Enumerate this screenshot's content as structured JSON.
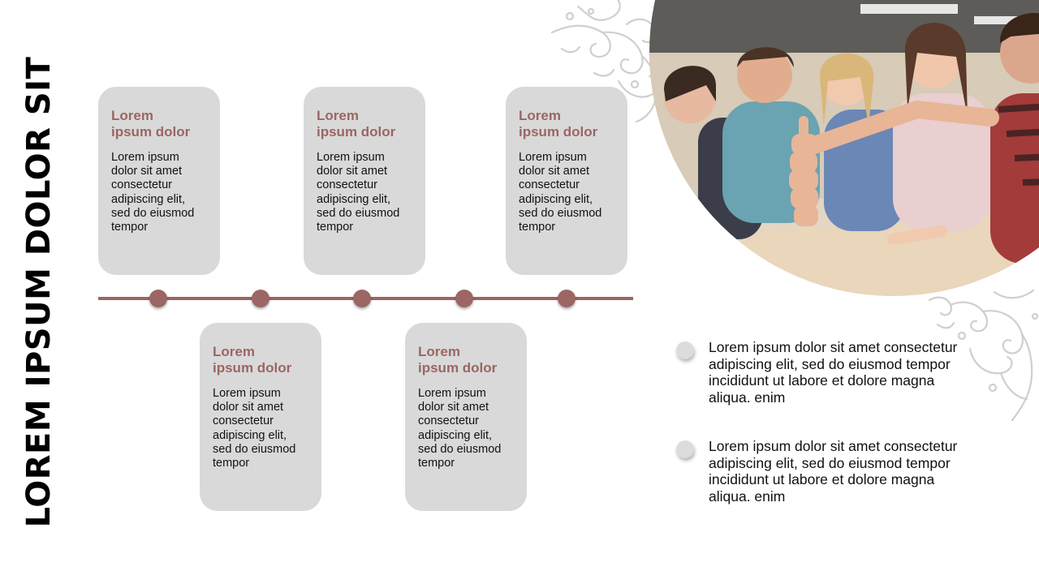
{
  "title": "LOREM IPSUM DOLOR SIT",
  "cards": [
    {
      "title": "Lorem\nipsum dolor",
      "body": "Lorem ipsum\ndolor sit amet\nconsectetur\nadipiscing elit,\nsed do eiusmod\ntempor"
    },
    {
      "title": "Lorem\nipsum dolor",
      "body": "Lorem ipsum\ndolor sit amet\nconsectetur\nadipiscing elit,\nsed do eiusmod\ntempor"
    },
    {
      "title": "Lorem\nipsum dolor",
      "body": "Lorem ipsum\ndolor sit amet\nconsectetur\nadipiscing elit,\nsed do eiusmod\ntempor"
    },
    {
      "title": "Lorem\nipsum dolor",
      "body": "Lorem ipsum\ndolor sit amet\nconsectetur\nadipiscing elit,\nsed do eiusmod\ntempor"
    },
    {
      "title": "Lorem\nipsum dolor",
      "body": "Lorem ipsum\ndolor sit amet\nconsectetur\nadipiscing elit,\nsed do eiusmod\ntempor"
    }
  ],
  "bullets": [
    {
      "text": "Lorem ipsum dolor sit amet consectetur adipiscing elit, sed do eiusmod tempor incididunt ut labore et dolore magna aliqua. enim"
    },
    {
      "text": "Lorem ipsum dolor sit amet consectetur adipiscing elit, sed do eiusmod tempor incididunt ut labore et dolore magna aliqua. enim"
    }
  ],
  "colors": {
    "accent": "#9b6663",
    "card_bg": "#d9d9d9",
    "bullet": "#dcdcdc",
    "text": "#111111"
  },
  "icons": {
    "photo": "group-of-friends-thumbs-up-photo",
    "ornament": "floral-swirl-ornament"
  }
}
